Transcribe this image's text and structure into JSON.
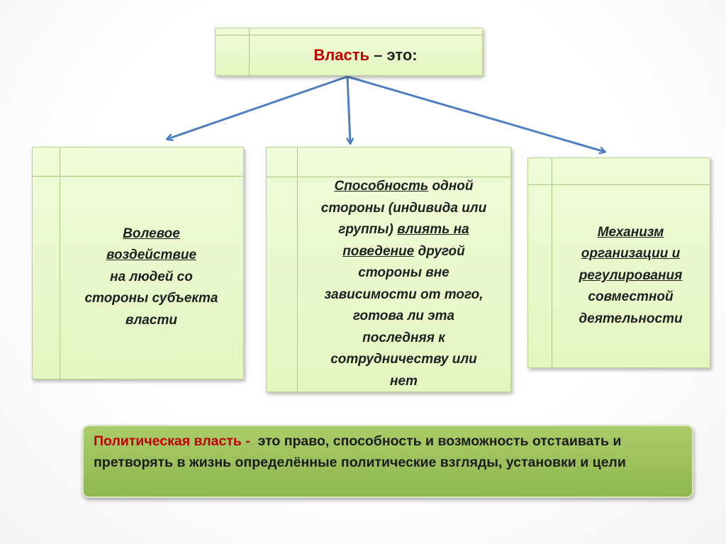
{
  "title": {
    "word": "Власть",
    "rest": " – это:"
  },
  "left": {
    "lines": [
      "Волевое",
      "воздействие",
      "на людей со",
      "стороны субъекта",
      "власти"
    ]
  },
  "center": {
    "l1_u": "Способность",
    "l1_rest": " одной",
    "l2": "стороны (индивида или",
    "l3_a": "группы) ",
    "l3_u": "влиять на",
    "l4_u": "поведение",
    "l4_rest": " другой",
    "l5": "стороны вне",
    "l6": "зависимости от того,",
    "l7": "готова ли эта",
    "l8": "последняя к",
    "l9": "сотрудничеству или",
    "l10": "нет"
  },
  "right": {
    "l1_u": "Механизм",
    "l2_u": "организации и",
    "l3_u": "регулирования",
    "l4": "совместной",
    "l5": "деятельности"
  },
  "definition": {
    "term": "Политическая власть -",
    "body": "  это право, способность и возможность отстаивать и претворять в жизнь определённые политические взгляды, установки и цели"
  },
  "colors": {
    "card_fill": "#e8f7cc",
    "arrow": "#4f7fbf",
    "accent_red": "#c00000",
    "definition_fill": "#9bbf5a"
  }
}
